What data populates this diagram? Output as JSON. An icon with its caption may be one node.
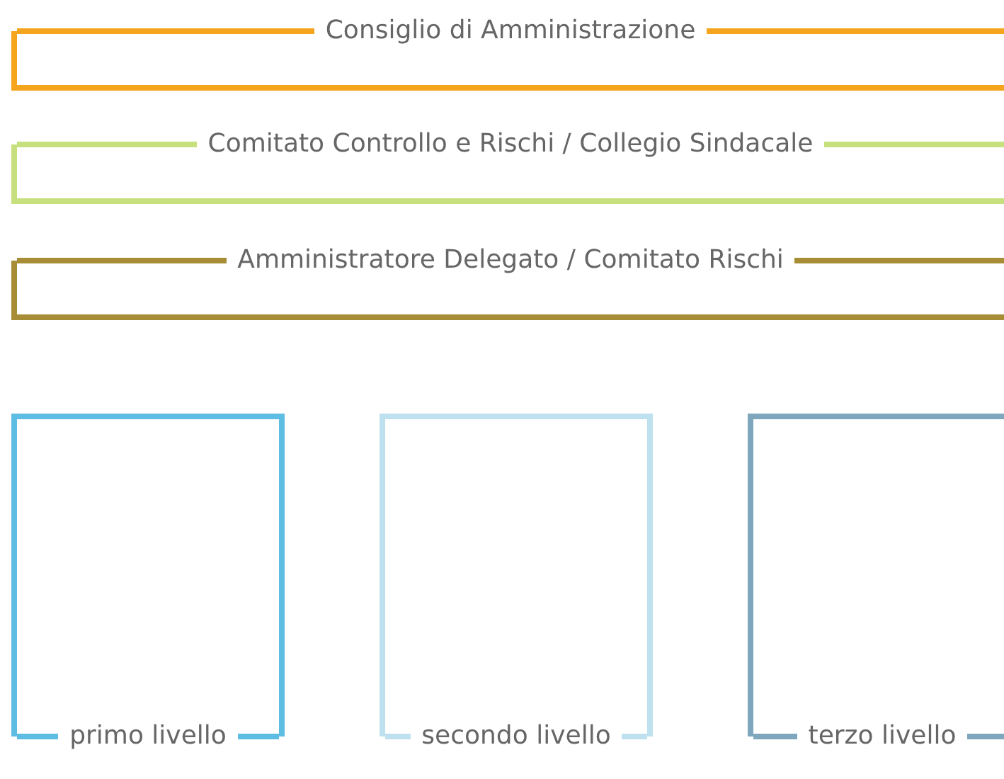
{
  "diagram": {
    "nodes": [
      {
        "text": [
          "Consiglio di Amministrazione"
        ]
      },
      {
        "text": [
          "Comitato Controllo e Rischi / Collegio Sindacale"
        ]
      },
      {
        "text": [
          "Amministratore Delegato / Comitato Rischi"
        ]
      },
      {
        "text": [
          "primo livello"
        ]
      },
      {
        "text": [
          "secondo livello"
        ]
      },
      {
        "text": [
          "terzo livello"
        ]
      }
    ]
  }
}
